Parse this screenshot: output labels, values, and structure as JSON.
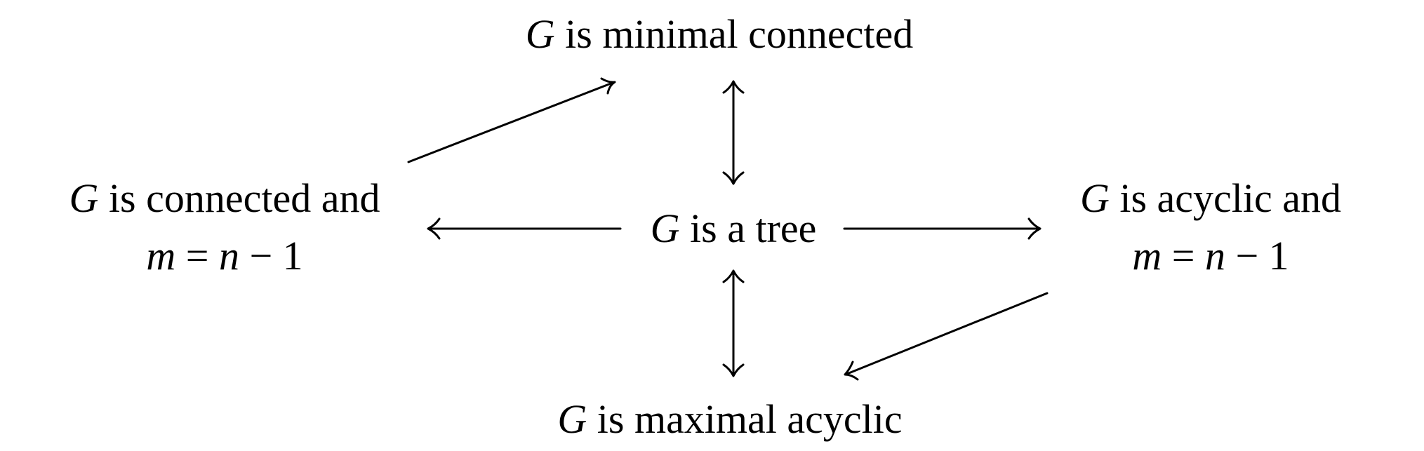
{
  "nodes": {
    "top": {
      "var": "G",
      "text": " is minimal connected"
    },
    "center": {
      "var": "G",
      "text": " is a tree"
    },
    "bottom": {
      "var": "G",
      "text": " is maximal acyclic"
    },
    "left": {
      "var": "G",
      "text": " is connected and",
      "eq": {
        "m": "m",
        "op1": " = ",
        "n": "n",
        "op2": " − 1"
      }
    },
    "right": {
      "var": "G",
      "text": " is acyclic and",
      "eq": {
        "m": "m",
        "op1": " = ",
        "n": "n",
        "op2": " − 1"
      }
    }
  },
  "colors": {
    "ink": "#000000",
    "background": "#ffffff"
  }
}
